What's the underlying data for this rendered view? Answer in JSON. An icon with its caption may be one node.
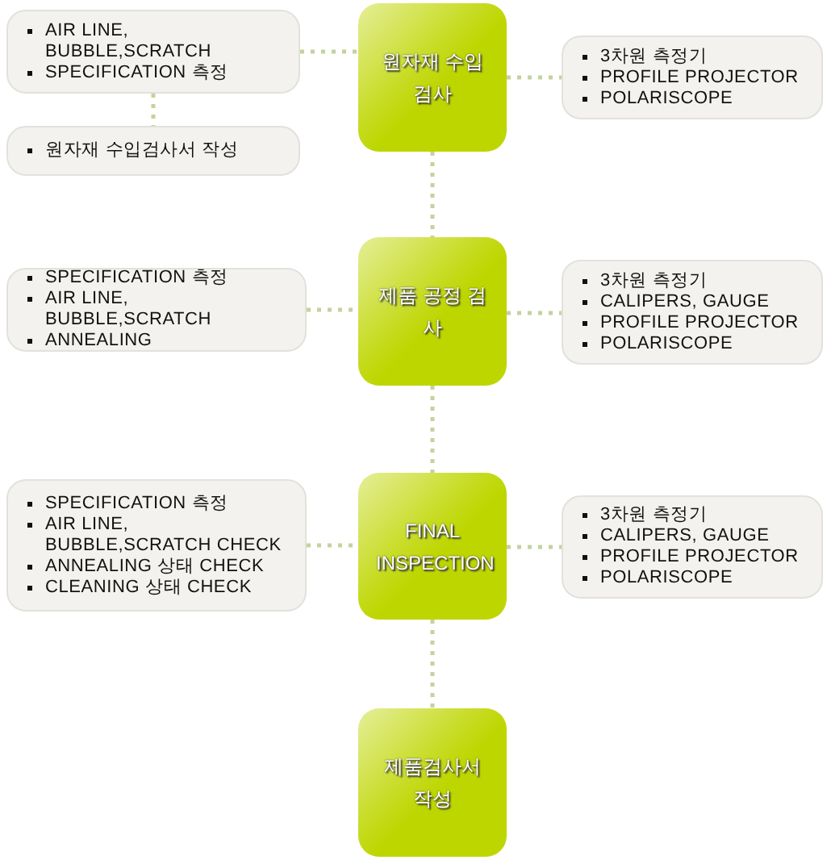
{
  "diagram": {
    "nodes": [
      {
        "text": [
          "AIR LINE, BUBBLE,SCRATCH",
          "SPECIFICATION 측정"
        ]
      },
      {
        "text": [
          "원자재 수입검사"
        ]
      },
      {
        "text": [
          "3차원 측정기",
          "PROFILE PROJECTOR",
          "POLARISCOPE"
        ]
      },
      {
        "text": [
          "원자재 수입검사서 작성"
        ]
      },
      {
        "text": [
          "SPECIFICATION 측정",
          "AIR LINE, BUBBLE,SCRATCH",
          "ANNEALING"
        ]
      },
      {
        "text": [
          "제품 공정 검사"
        ]
      },
      {
        "text": [
          "3차원 측정기",
          "CALIPERS, GAUGE",
          "PROFILE PROJECTOR",
          "POLARISCOPE"
        ]
      },
      {
        "text": [
          "SPECIFICATION 측정",
          "AIR LINE, BUBBLE,SCRATCH CHECK",
          "ANNEALING 상태 CHECK",
          "CLEANING 상태 CHECK"
        ]
      },
      {
        "text": [
          "FINAL INSPECTION"
        ]
      },
      {
        "text": [
          "3차원 측정기",
          "CALIPERS, GAUGE",
          "PROFILE PROJECTOR",
          "POLARISCOPE"
        ]
      },
      {
        "text": [
          "제품검사서 작성"
        ]
      }
    ],
    "edges": [
      {
        "from": 0,
        "to": 1,
        "arrow": "none"
      },
      {
        "from": 1,
        "to": 2,
        "arrow": "none"
      },
      {
        "from": 0,
        "to": 3,
        "arrow": "none"
      },
      {
        "from": 1,
        "to": 5,
        "arrow": "none"
      },
      {
        "from": 4,
        "to": 5,
        "arrow": "none"
      },
      {
        "from": 5,
        "to": 6,
        "arrow": "none"
      },
      {
        "from": 5,
        "to": 8,
        "arrow": "none"
      },
      {
        "from": 7,
        "to": 8,
        "arrow": "none"
      },
      {
        "from": 8,
        "to": 9,
        "arrow": "none"
      },
      {
        "from": 8,
        "to": 10,
        "arrow": "none"
      }
    ]
  }
}
